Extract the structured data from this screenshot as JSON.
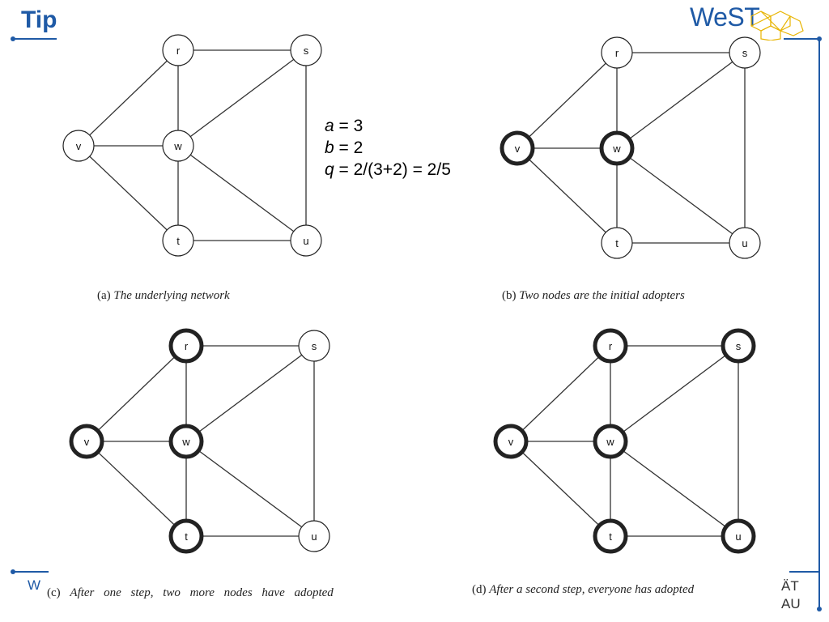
{
  "slide": {
    "title": "Tip",
    "logo_text": "WeST",
    "footer_left": "W",
    "footer_right_line1": "ÄT",
    "footer_right_line2": "AU",
    "brand_color": "#1f5aa6"
  },
  "parameters": {
    "a_var": "a",
    "a_rest": " = 3",
    "b_var": "b",
    "b_rest": " = 2",
    "q_var": "q",
    "q_rest": " = 2/(3+2) = 2/5"
  },
  "panels": [
    {
      "caption_label": "(a)",
      "caption_text": "The underlying network",
      "adopters": []
    },
    {
      "caption_label": "(b)",
      "caption_text": "Two nodes are the initial adopters",
      "adopters": [
        "v",
        "w"
      ]
    },
    {
      "caption_label": "(c)",
      "caption_text": "After one step, two more nodes have adopted",
      "adopters": [
        "v",
        "w",
        "r",
        "t"
      ]
    },
    {
      "caption_label": "(d)",
      "caption_text": "After a second step, everyone has adopted",
      "adopters": [
        "v",
        "w",
        "r",
        "t",
        "s",
        "u"
      ]
    }
  ],
  "graph": {
    "nodes": [
      "r",
      "s",
      "v",
      "w",
      "t",
      "u"
    ],
    "edges": [
      [
        "v",
        "r"
      ],
      [
        "v",
        "w"
      ],
      [
        "v",
        "t"
      ],
      [
        "r",
        "s"
      ],
      [
        "r",
        "w"
      ],
      [
        "w",
        "s"
      ],
      [
        "w",
        "t"
      ],
      [
        "w",
        "u"
      ],
      [
        "s",
        "u"
      ],
      [
        "t",
        "u"
      ]
    ]
  }
}
